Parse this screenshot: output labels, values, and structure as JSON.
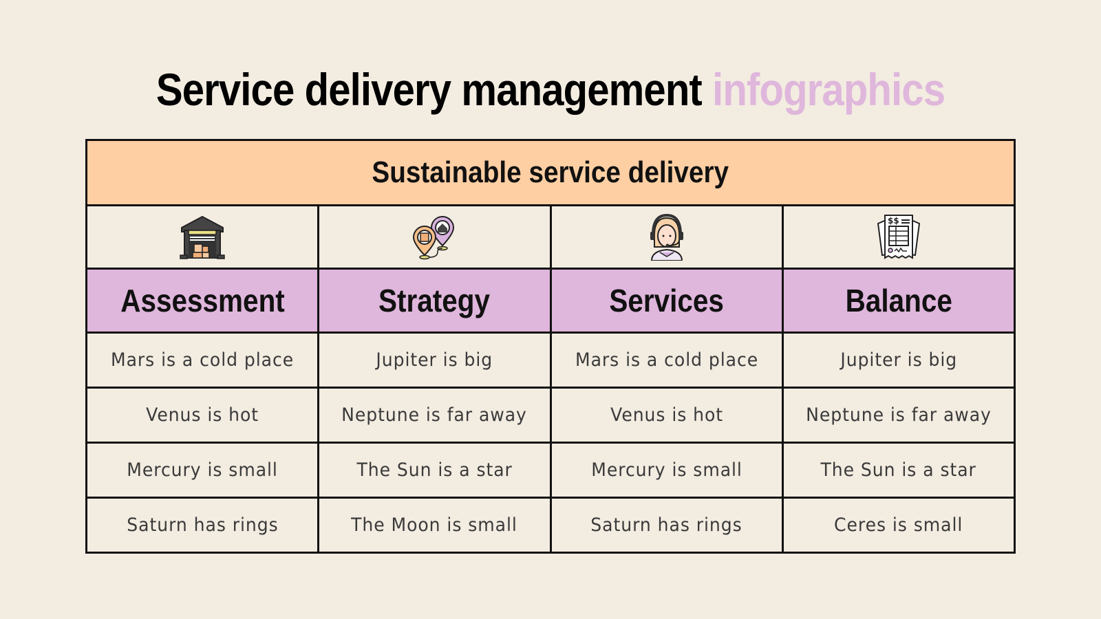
{
  "title": {
    "main": "Service delivery management",
    "accent": "infographics"
  },
  "table": {
    "header": "Sustainable service delivery",
    "columns": [
      {
        "icon": "warehouse-icon",
        "label": "Assessment"
      },
      {
        "icon": "location-pins-icon",
        "label": "Strategy"
      },
      {
        "icon": "support-agent-icon",
        "label": "Services"
      },
      {
        "icon": "invoice-icon",
        "label": "Balance"
      }
    ],
    "rows": [
      [
        "Mars is a cold place",
        "Jupiter is big",
        "Mars is a cold place",
        "Jupiter is big"
      ],
      [
        "Venus is hot",
        "Neptune is far away",
        "Venus is hot",
        "Neptune is far away"
      ],
      [
        "Mercury is small",
        "The Sun is a star",
        "Mercury is small",
        "The Sun is a star"
      ],
      [
        "Saturn has rings",
        "The Moon is small",
        "Saturn has rings",
        "Ceres is small"
      ]
    ]
  },
  "colors": {
    "background": "#f3ece1",
    "header": "#ffcfa4",
    "accent": "#dfb6dc",
    "border": "#111111"
  }
}
